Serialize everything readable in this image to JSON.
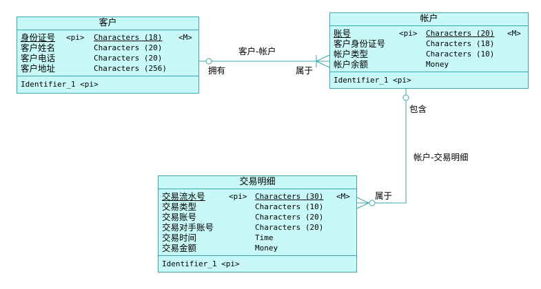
{
  "entities": {
    "customer": {
      "title": "客户",
      "attrs": [
        {
          "name": "身份证号",
          "key": "<pi>",
          "type": "Characters (18)",
          "mand": "<M>",
          "primary": true
        },
        {
          "name": "客户姓名",
          "key": "",
          "type": "Characters (20)",
          "mand": "",
          "primary": false
        },
        {
          "name": "客户电话",
          "key": "",
          "type": "Characters (20)",
          "mand": "",
          "primary": false
        },
        {
          "name": "客户地址",
          "key": "",
          "type": "Characters (256)",
          "mand": "",
          "primary": false
        }
      ],
      "identifier": "Identifier_1  <pi>"
    },
    "account": {
      "title": "帐户",
      "attrs": [
        {
          "name": "账号",
          "key": "<pi>",
          "type": "Characters (20)",
          "mand": "<M>",
          "primary": true
        },
        {
          "name": "客户身份证号",
          "key": "",
          "type": "Characters (18)",
          "mand": "",
          "primary": false
        },
        {
          "name": "帐户类型",
          "key": "",
          "type": "Characters (10)",
          "mand": "",
          "primary": false
        },
        {
          "name": "帐户余额",
          "key": "",
          "type": "Money",
          "mand": "",
          "primary": false
        }
      ],
      "identifier": "Identifier_1  <pi>"
    },
    "transaction": {
      "title": "交易明细",
      "attrs": [
        {
          "name": "交易流水号",
          "key": "<pi>",
          "type": "Characters (30)",
          "mand": "<M>",
          "primary": true
        },
        {
          "name": "交易类型",
          "key": "",
          "type": "Characters (10)",
          "mand": "",
          "primary": false
        },
        {
          "name": "交易账号",
          "key": "",
          "type": "Characters (20)",
          "mand": "",
          "primary": false
        },
        {
          "name": "交易对手账号",
          "key": "",
          "type": "Characters (20)",
          "mand": "",
          "primary": false
        },
        {
          "name": "交易时间",
          "key": "",
          "type": "Time",
          "mand": "",
          "primary": false
        },
        {
          "name": "交易金额",
          "key": "",
          "type": "Money",
          "mand": "",
          "primary": false
        }
      ],
      "identifier": "Identifier_1  <pi>"
    }
  },
  "relationships": {
    "customer_account": {
      "name": "客户-帐户",
      "role_customer": "拥有",
      "role_account": "属于"
    },
    "account_transaction": {
      "name": "帐户-交易明细",
      "role_account": "包含",
      "role_transaction": "属于"
    }
  },
  "colors": {
    "entity_fill": "#c8f8f8",
    "entity_border": "#3aa6a6",
    "line": "#3aa6a6"
  }
}
